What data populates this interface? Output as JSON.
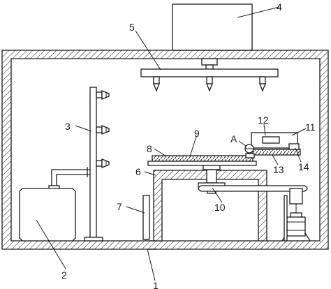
{
  "callouts": [
    "1",
    "2",
    "3",
    "4",
    "5",
    "6",
    "7",
    "8",
    "9",
    "10",
    "11",
    "12",
    "13",
    "14",
    "A"
  ]
}
